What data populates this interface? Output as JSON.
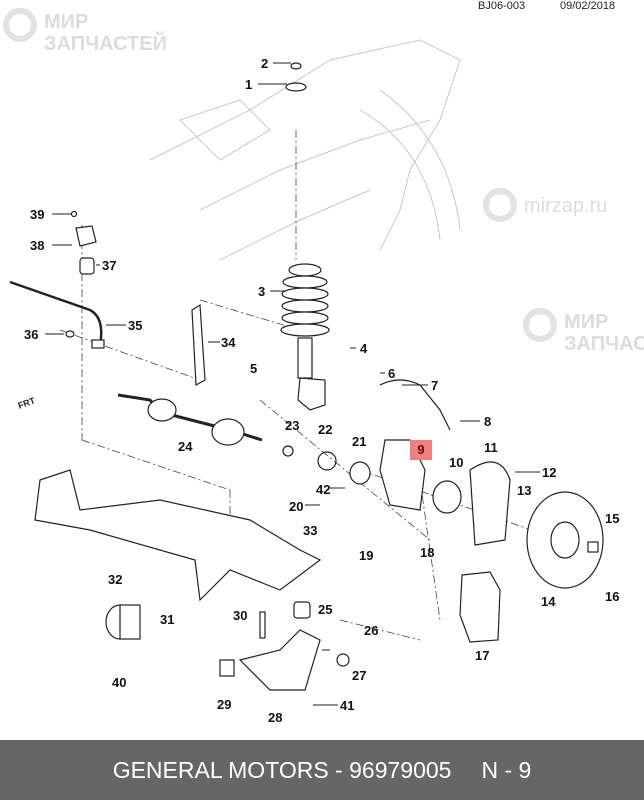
{
  "header": {
    "diagram_code": "BJ06-003",
    "date": "09/02/2018"
  },
  "watermark": {
    "brand_line1": "МИР",
    "brand_line2": "ЗАПЧАСТЕЙ",
    "site": "mirzap.ru"
  },
  "orientation_marker": "FRT",
  "highlight": {
    "part_number": "9",
    "color": "#f08080"
  },
  "parts": [
    {
      "n": "1"
    },
    {
      "n": "2"
    },
    {
      "n": "3"
    },
    {
      "n": "4"
    },
    {
      "n": "5"
    },
    {
      "n": "6"
    },
    {
      "n": "7"
    },
    {
      "n": "8"
    },
    {
      "n": "10"
    },
    {
      "n": "11"
    },
    {
      "n": "12"
    },
    {
      "n": "13"
    },
    {
      "n": "14"
    },
    {
      "n": "15"
    },
    {
      "n": "16"
    },
    {
      "n": "17"
    },
    {
      "n": "18"
    },
    {
      "n": "19"
    },
    {
      "n": "20"
    },
    {
      "n": "21"
    },
    {
      "n": "22"
    },
    {
      "n": "23"
    },
    {
      "n": "24"
    },
    {
      "n": "25"
    },
    {
      "n": "26"
    },
    {
      "n": "27"
    },
    {
      "n": "28"
    },
    {
      "n": "29"
    },
    {
      "n": "30"
    },
    {
      "n": "31"
    },
    {
      "n": "32"
    },
    {
      "n": "33"
    },
    {
      "n": "34"
    },
    {
      "n": "35"
    },
    {
      "n": "36"
    },
    {
      "n": "37"
    },
    {
      "n": "38"
    },
    {
      "n": "39"
    },
    {
      "n": "40"
    },
    {
      "n": "41"
    },
    {
      "n": "42"
    }
  ],
  "footer": {
    "title": "GENERAL MOTORS - 96979005",
    "position": "N - 9"
  }
}
